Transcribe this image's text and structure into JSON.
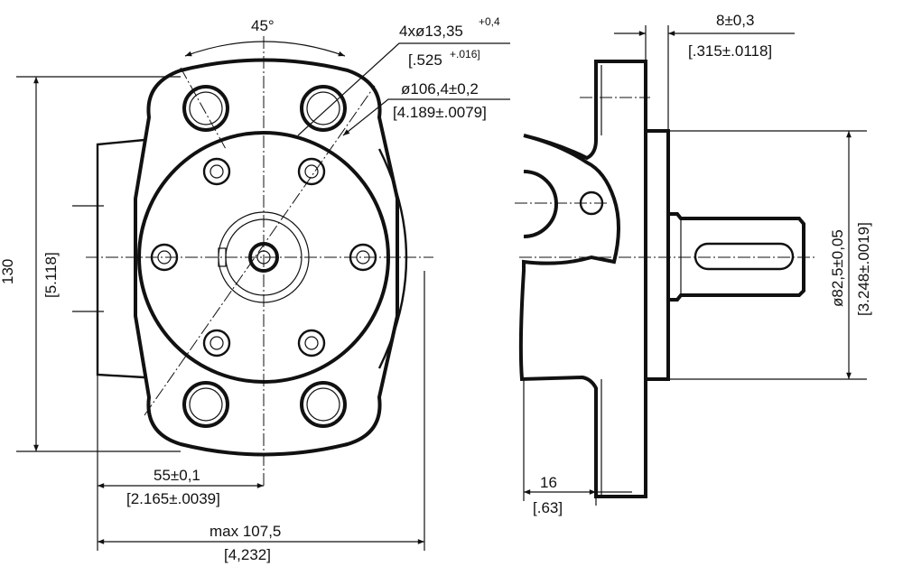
{
  "drawing": {
    "front_view": {
      "angle": "45°",
      "height_mm": "130",
      "height_in": "[5.118]",
      "offset_mm": "55±0,1",
      "offset_in": "[2.165±.0039]",
      "width_mm": "max 107,5",
      "width_in": "[4,232]",
      "holes_mm": "4xø13,35",
      "holes_tol_mm": "+0,4",
      "holes_in": "[.525",
      "holes_tol_in": "+.016]",
      "bolt_circle_mm": "ø106,4±0,2",
      "bolt_circle_in": "[4.189±.0079]"
    },
    "side_view": {
      "flange_thk_mm": "8±0,3",
      "flange_thk_in": "[.315±.0118]",
      "pilot_dia_mm": "ø82,5±0,05",
      "pilot_dia_in": "[3.248±.0019]",
      "depth_mm": "16",
      "depth_in": "[.63]"
    }
  }
}
